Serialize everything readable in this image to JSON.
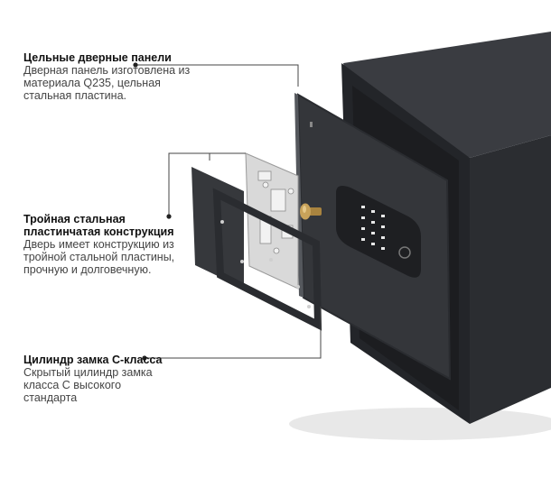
{
  "callouts": [
    {
      "title": "Цельные дверные панели",
      "body": "Дверная панель изготовлена из материала Q235, цельная стальная пластина."
    },
    {
      "title": "Тройная стальная пластинчатая конструкция",
      "body": "Дверь имеет конструкцию из тройной стальной пластины, прочную и долговечную."
    },
    {
      "title": "Цилиндр замка С-класса",
      "body": "Скрытый цилиндр замка класса С высокого стандарта"
    }
  ],
  "colors": {
    "safe_body": "#2d2f33",
    "safe_top": "#3a3c41",
    "door_panel": "#34363a",
    "leader_line": "#444444",
    "knob": "#c8a25a",
    "keypad_light": "#e8e8e8"
  }
}
